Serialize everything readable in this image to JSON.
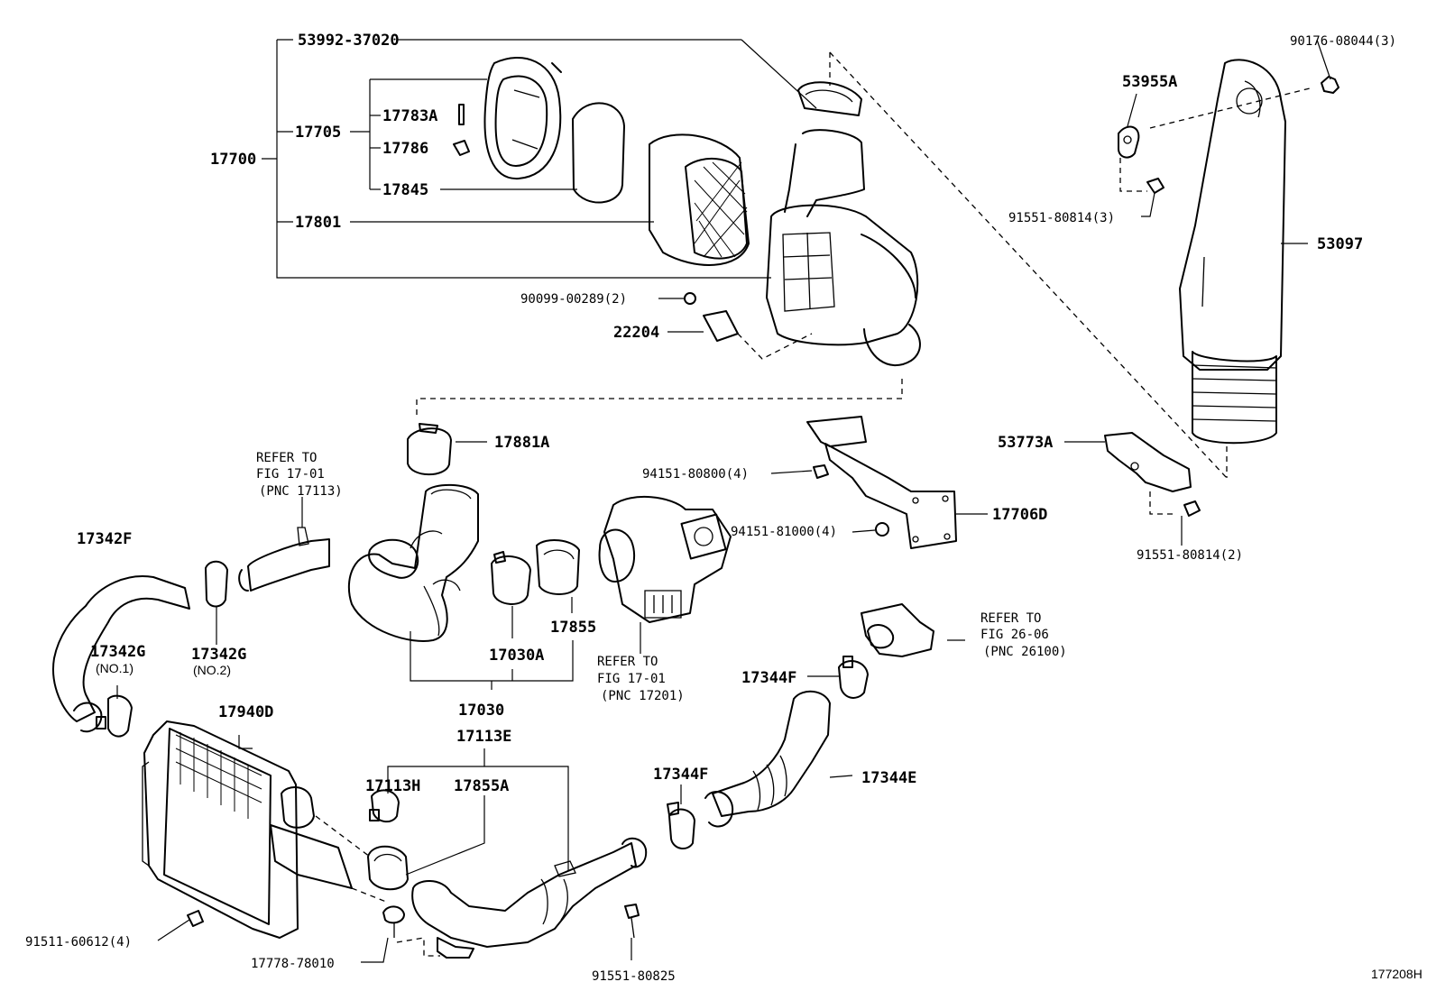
{
  "figure_id": "177208H",
  "callouts": {
    "p53992_37020": "53992-37020",
    "p17783A": "17783A",
    "p17705": "17705",
    "p17786": "17786",
    "p17700": "17700",
    "p17845": "17845",
    "p17801": "17801",
    "p90099_00289": "90099-00289(2)",
    "p22204": "22204",
    "p90176_08044": "90176-08044(3)",
    "p53955A": "53955A",
    "p91551_80814_3": "91551-80814(3)",
    "p53097": "53097",
    "p17881A": "17881A",
    "p94151_80800": "94151-80800(4)",
    "p94151_81000": "94151-81000(4)",
    "p17706D": "17706D",
    "p53773A": "53773A",
    "p91551_80814_2": "91551-80814(2)",
    "p17342F": "17342F",
    "p17342G_1": "17342G",
    "p17342G_1_sub": "(NO.1)",
    "p17342G_2": "17342G",
    "p17342G_2_sub": "(NO.2)",
    "p17855": "17855",
    "p17030A": "17030A",
    "p17030": "17030",
    "p17113E": "17113E",
    "p17940D": "17940D",
    "p17113H": "17113H",
    "p17855A": "17855A",
    "p17344F_top": "17344F",
    "p17344F_bottom": "17344F",
    "p17344E": "17344E",
    "p91511_60612": "91511-60612(4)",
    "p17778_78010": "17778-78010",
    "p91551_80825": "91551-80825"
  },
  "references": {
    "ref_17113": [
      "REFER TO",
      "FIG 17-01",
      "(PNC 17113)"
    ],
    "ref_17201": [
      "REFER TO",
      "FIG 17-01",
      "(PNC 17201)"
    ],
    "ref_26100": [
      "REFER TO",
      "FIG 26-06",
      "(PNC 26100)"
    ]
  }
}
